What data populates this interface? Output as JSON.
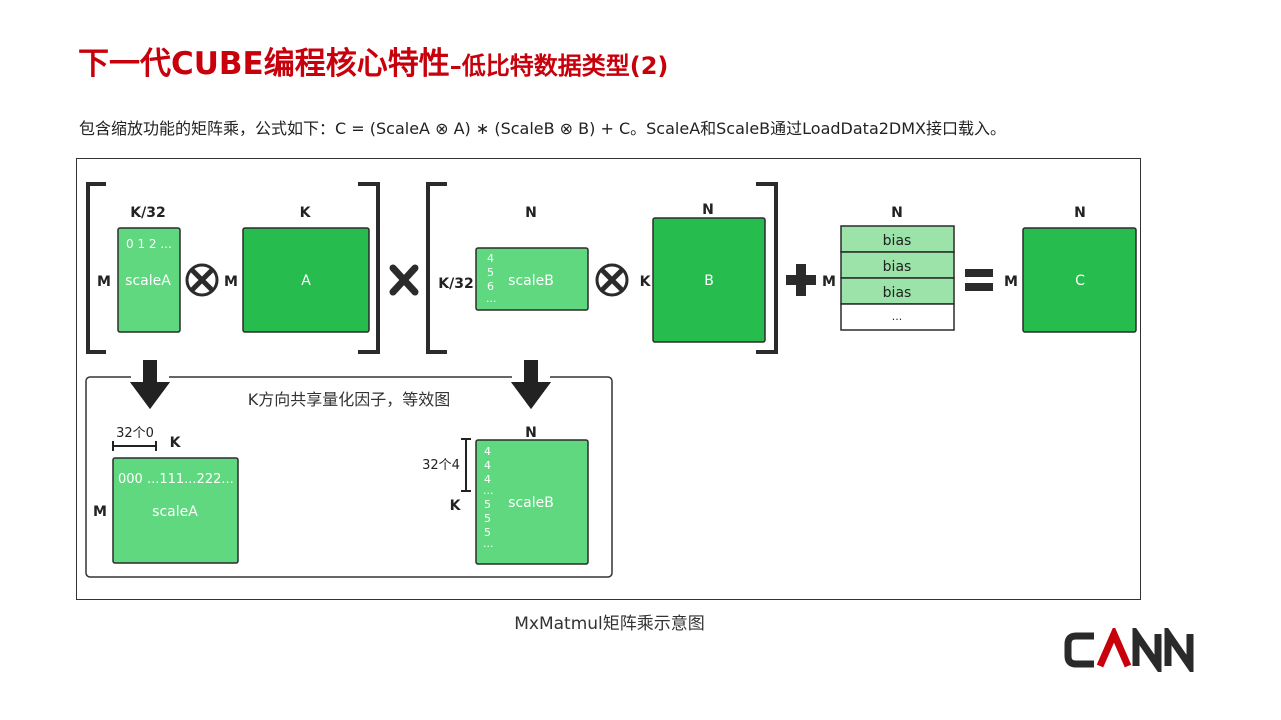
{
  "slide": {
    "title_main": "下一代CUBE编程核心特性",
    "title_sub": "–低比特数据类型(2)",
    "description": "包含缩放功能的矩阵乘，公式如下：C = (ScaleA ⊗ A) ∗ (ScaleB ⊗ B) + C。ScaleA和ScaleB通过LoadData2DMX接口载入。",
    "caption": "MxMatmul矩阵乘示意图",
    "logo_text": "CANN"
  },
  "diagram": {
    "scaleA": {
      "top_label": "K/32",
      "left_label": "M",
      "content_top": "0 1 2 ...",
      "name": "scaleA"
    },
    "matA": {
      "top_label": "K",
      "left_label": "M",
      "name": "A"
    },
    "scaleB": {
      "top_label": "N",
      "left_label": "K/32",
      "digits": [
        "4",
        "5",
        "6",
        "..."
      ],
      "name": "scaleB"
    },
    "matB": {
      "top_label": "N",
      "left_label": "K",
      "name": "B"
    },
    "bias": {
      "top_label": "N",
      "left_label": "M",
      "rows": [
        "bias",
        "bias",
        "bias",
        "..."
      ]
    },
    "matC": {
      "top_label": "N",
      "left_label": "M",
      "name": "C"
    },
    "equiv": {
      "title": "K方向共享量化因子，等效图",
      "scaleA": {
        "span_label": "32个0",
        "top_label": "K",
        "left_label": "M",
        "content_top": "000 ...111...222...",
        "name": "scaleA"
      },
      "scaleB": {
        "top_label": "N",
        "span_label": "32个4",
        "left_label": "K",
        "digits": [
          "4",
          "4",
          "4",
          "...",
          "5",
          "5",
          "5",
          "..."
        ],
        "name": "scaleB"
      }
    }
  },
  "colors": {
    "title_red": "#c7000b",
    "light_green": "#5fd87f",
    "dark_green": "#27bd4e",
    "bias_green": "#9be3a8",
    "border_dark": "#2b2b2b"
  }
}
